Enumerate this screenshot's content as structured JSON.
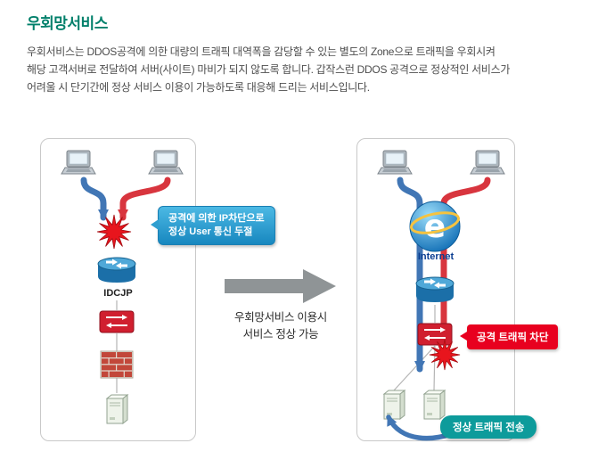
{
  "colors": {
    "title-green": "#00806b",
    "callout-blue-top": "#4cb9e4",
    "callout-blue-bottom": "#1787bf",
    "callout-red": "#e8001f",
    "callout-teal": "#0d9b9b",
    "flow-blue": "#4176b5",
    "flow-red": "#d8353e",
    "arrow-gray": "#8f9496"
  },
  "header": {
    "title": "우회망서비스",
    "desc_lines": [
      "우회서비스는 DDOS공격에 의한 대량의 트래픽 대역폭을 감당할 수 있는 별도의 Zone으로 트래픽을 우회시켜",
      "해당 고객서버로 전달하여 서버(사이트) 마비가 되지 않도록 합니다. 갑작스런 DDOS 공격으로 정상적인 서비스가",
      "어려울 시 단기간에 정상 서비스 이용이 가능하도록 대응해 드리는 서비스입니다."
    ]
  },
  "before_panel": {
    "callout_lines": [
      "공격에 의한 IP차단으로",
      "정상 User 통신 두절"
    ],
    "router_label": "IDCJP"
  },
  "transition": {
    "lines": [
      "우회망서비스 이용시",
      "서비스 정상 가능"
    ]
  },
  "after_panel": {
    "ie_letter": "e",
    "internet_label": "Internet",
    "attack_callout": "공격 트래픽 차단",
    "normal_callout": "정상 트래픽 전송"
  }
}
